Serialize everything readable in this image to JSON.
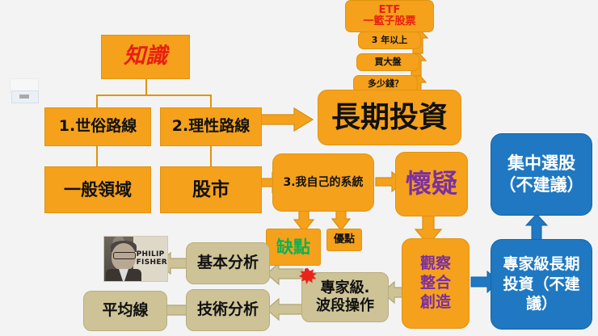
{
  "meta": {
    "title": "投資知識流程圖",
    "background": "#f3f3f3"
  },
  "colors": {
    "orange": "#f5a11c",
    "orange_border": "#e0940f",
    "khaki": "#cdc396",
    "blue": "#1f78c1",
    "red": "#e81f10",
    "purple": "#7b2fa0",
    "green": "#12b050",
    "black": "#111111",
    "white": "#ffffff"
  },
  "nodes": {
    "knowledge": "知識",
    "path_worldly": "1.世俗路線",
    "path_rational": "2.理性路線",
    "general_field": "一般領域",
    "stock_market": "股市",
    "long_term_investment": "長期投資",
    "etf": "ETF\n一籃子股票",
    "three_years": "3 年以上",
    "buy_index": "買大盤",
    "how_much": "多少錢？",
    "my_own_system": "3.我自己的系統",
    "doubt": "懷疑",
    "disadvantage": "缺點",
    "advantage": "優點",
    "observe_integrate_create": "觀察\n整合\n創造",
    "expert_swing": "專家級.\n波段操作",
    "fundamental_analysis": "基本分析",
    "technical_analysis": "技術分析",
    "moving_average": "平均線",
    "concentrated_picking": "集中選股\n（不建議）",
    "expert_long_term": "專家級長期\n投資（不建\n議）"
  },
  "photo": {
    "caption_line1": "PHILIP",
    "caption_line2": "FISHER"
  }
}
